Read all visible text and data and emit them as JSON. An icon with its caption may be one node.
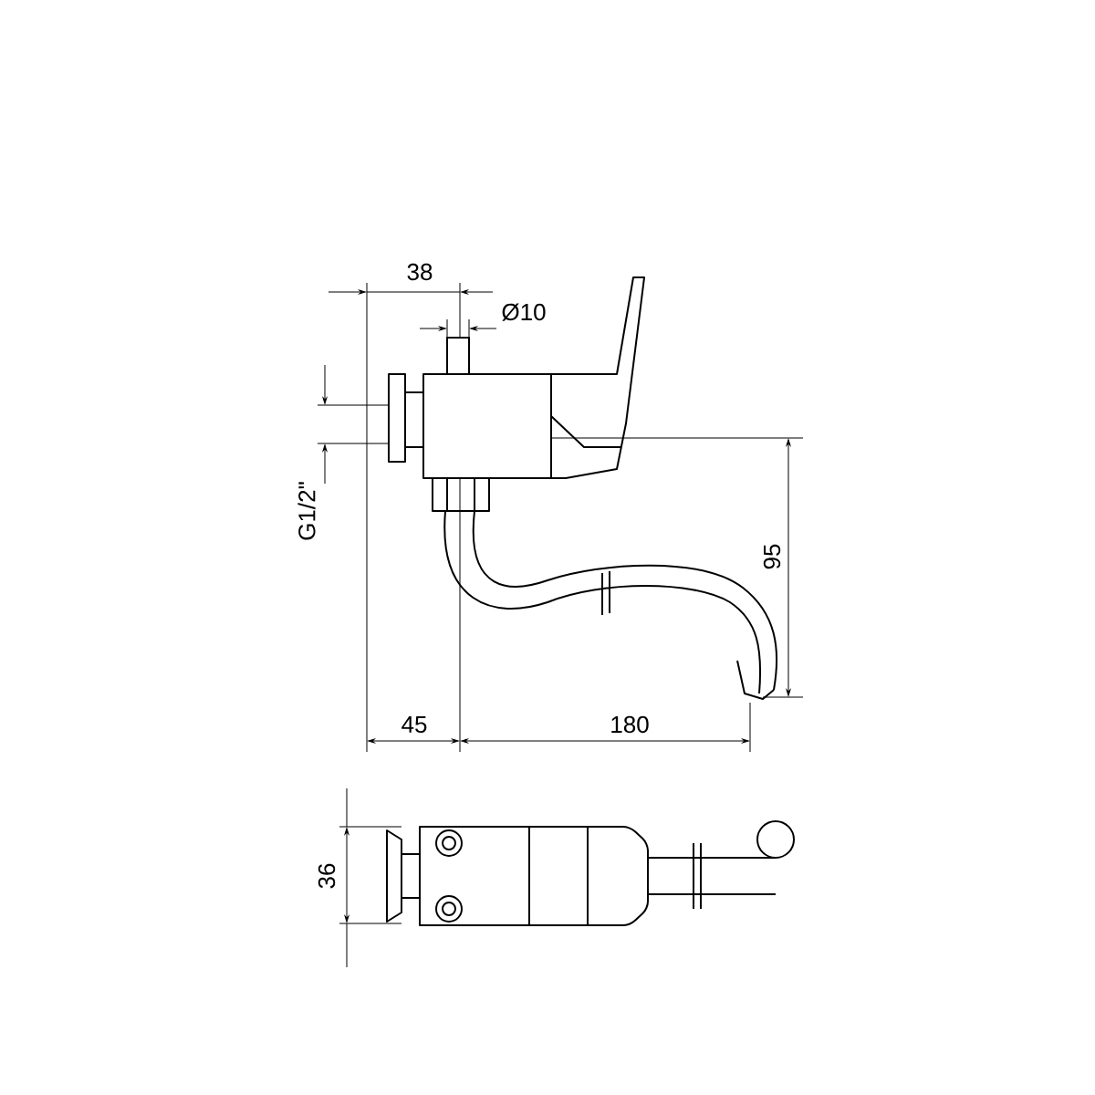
{
  "diagram": {
    "labels": [
      "38",
      "Ø10",
      "G1/2\"",
      "95",
      "45",
      "180",
      "36"
    ]
  }
}
